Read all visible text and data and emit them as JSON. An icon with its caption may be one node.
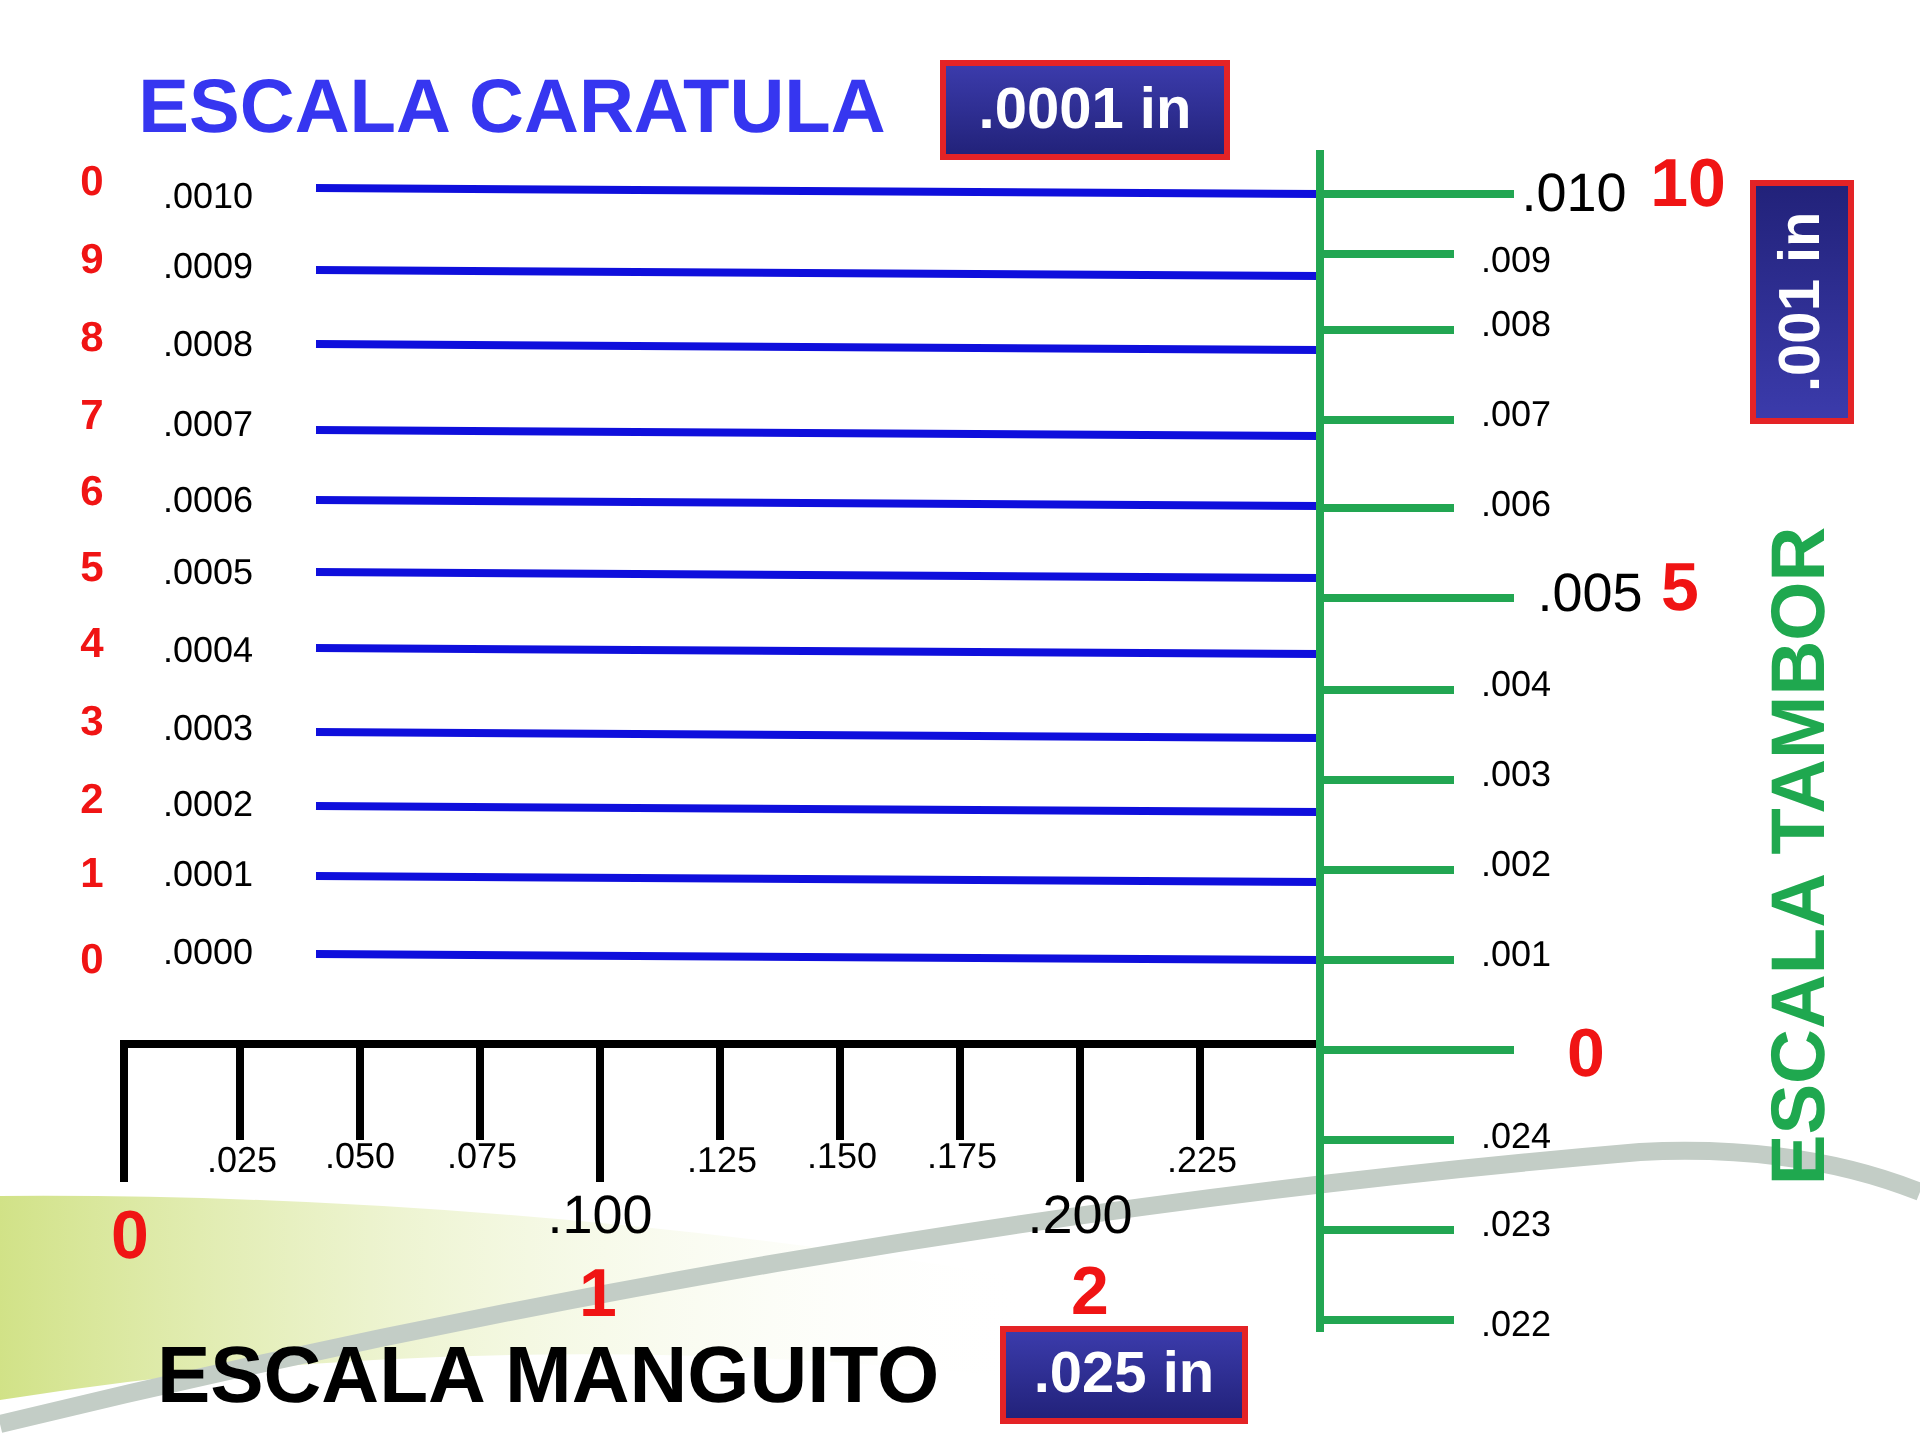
{
  "diagram": {
    "nodes": [
      {
        "text": [
          ".0001 in"
        ]
      },
      {
        "text": [
          ".001 in"
        ]
      },
      {
        "text": [
          ".025 in"
        ]
      }
    ],
    "labels": [
      "ESCALA CARATULA",
      "0",
      ".0010",
      "9",
      ".0009",
      "8",
      ".0008",
      "7",
      ".0007",
      "6",
      ".0006",
      "5",
      ".0005",
      "4",
      ".0004",
      "3",
      ".0003",
      "2",
      ".0002",
      "1",
      ".0001",
      "0",
      ".0000",
      ".010",
      "10",
      ".009",
      ".008",
      ".007",
      ".006",
      ".005",
      "5",
      ".004",
      ".003",
      ".002",
      ".001",
      "0",
      ".024",
      ".023",
      ".022",
      "ESCALA TAMBOR",
      ".025",
      ".050",
      ".075",
      ".125",
      ".150",
      ".175",
      ".225",
      "0",
      ".100",
      ".200",
      "1",
      "2",
      "ESCALA MANGUITO"
    ]
  }
}
